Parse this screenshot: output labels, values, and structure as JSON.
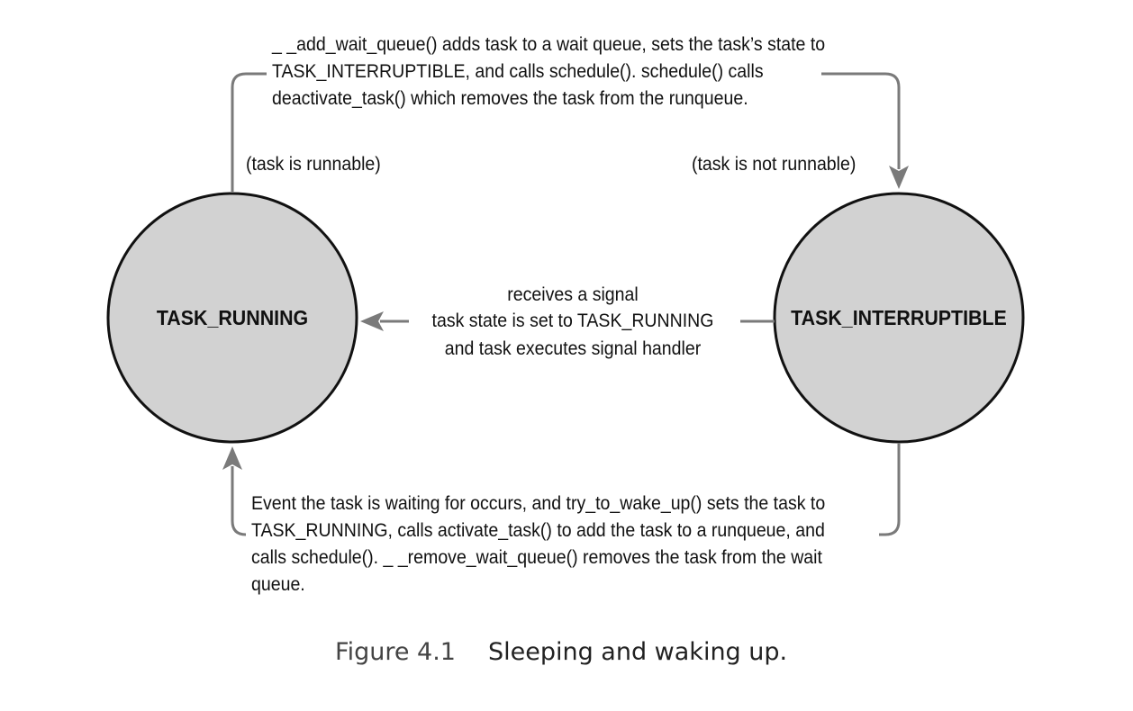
{
  "states": {
    "running": {
      "label": "TASK_RUNNING",
      "fill": "#d2d2d2"
    },
    "interruptible": {
      "label": "TASK_INTERRUPTIBLE",
      "fill": "#d2d2d2"
    }
  },
  "annotations": {
    "runnable": "(task is runnable)",
    "not_runnable": "(task is not runnable)"
  },
  "transitions": {
    "sleep": {
      "lines": [
        "_ _add_wait_queue() adds task to a wait queue, sets the task’s state to",
        "TASK_INTERRUPTIBLE,  and calls schedule().  schedule() calls",
        "deactivate_task() which removes the task from the runqueue."
      ]
    },
    "signal": {
      "lines": [
        "receives a signal",
        "task state is set to TASK_RUNNING",
        "and task executes signal handler"
      ]
    },
    "wake": {
      "lines": [
        "Event the task is waiting for occurs, and try_to_wake_up() sets the task to",
        "TASK_RUNNING, calls activate_task() to add the task to a runqueue, and",
        "calls schedule().  _ _remove_wait_queue() removes the task from the wait",
        "queue."
      ]
    }
  },
  "caption": {
    "number": "Figure 4.1",
    "text": "Sleeping and waking up."
  },
  "colors": {
    "arrow": "#7a7a7a",
    "outline": "#111111"
  }
}
